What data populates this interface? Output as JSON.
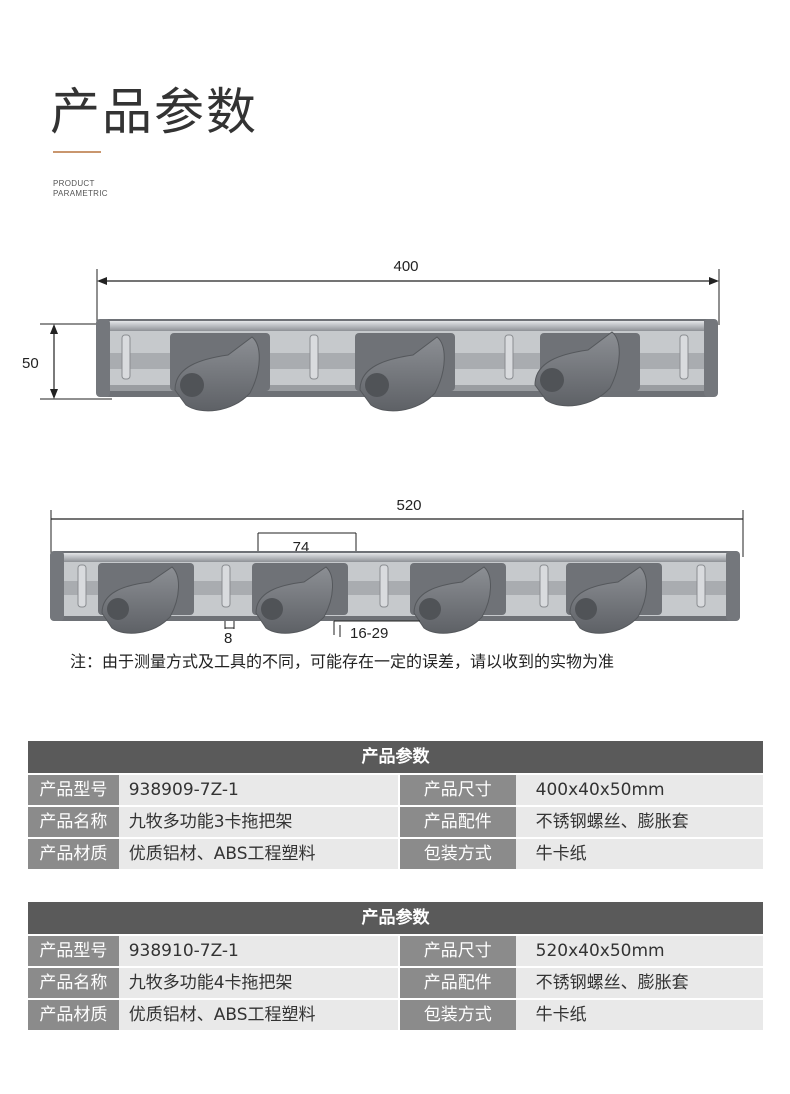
{
  "header": {
    "title": "产品参数",
    "subtitle_line1": "PRODUCT",
    "subtitle_line2": "PARAMETRIC"
  },
  "drawing1": {
    "width_label": "400",
    "height_label": "50"
  },
  "drawing2": {
    "width_label": "520",
    "pitch_label": "74",
    "gap_label": "8",
    "range_label": "16-29"
  },
  "note": "注：由于测量方式及工具的不同，可能存在一定的误差，请以收到的实物为准",
  "colors": {
    "accent_rule": "#c9966e",
    "header_bg": "#5a5a5a",
    "key_bg": "#8b8b8b",
    "value_bg": "#e9e9e9"
  },
  "spec_tables": [
    {
      "header": "产品参数",
      "rows": [
        {
          "k1": "产品型号",
          "v1": "938909-7Z-1",
          "k2": "产品尺寸",
          "v2": "400x40x50mm"
        },
        {
          "k1": "产品名称",
          "v1": "九牧多功能3卡拖把架",
          "k2": "产品配件",
          "v2": "不锈钢螺丝、膨胀套"
        },
        {
          "k1": "产品材质",
          "v1": "优质铝材、ABS工程塑料",
          "k2": "包装方式",
          "v2": "牛卡纸"
        }
      ]
    },
    {
      "header": "产品参数",
      "rows": [
        {
          "k1": "产品型号",
          "v1": "938910-7Z-1",
          "k2": "产品尺寸",
          "v2": "520x40x50mm"
        },
        {
          "k1": "产品名称",
          "v1": "九牧多功能4卡拖把架",
          "k2": "产品配件",
          "v2": "不锈钢螺丝、膨胀套"
        },
        {
          "k1": "产品材质",
          "v1": "优质铝材、ABS工程塑料",
          "k2": "包装方式",
          "v2": "牛卡纸"
        }
      ]
    }
  ]
}
